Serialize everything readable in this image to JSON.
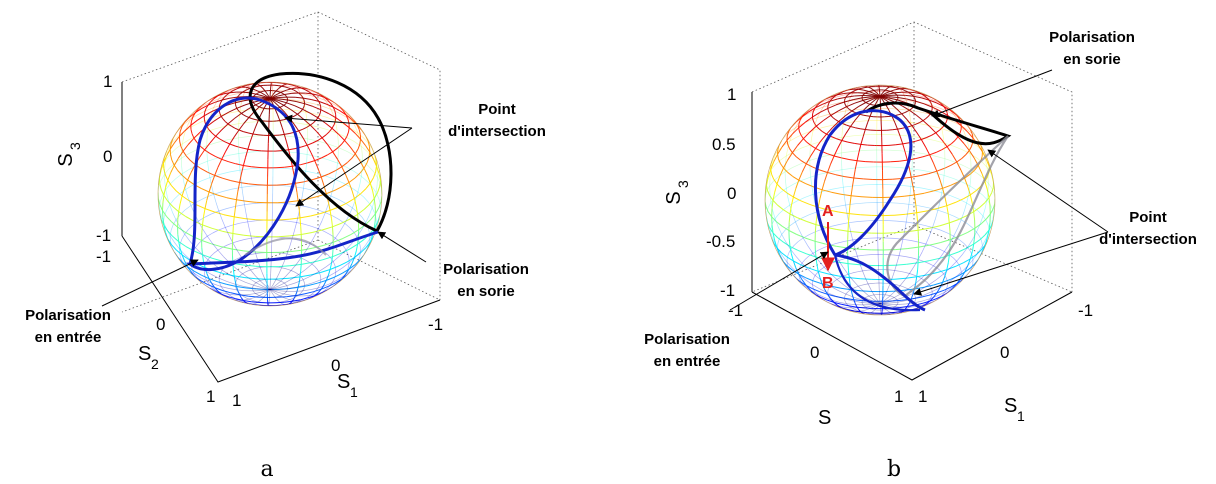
{
  "panels": [
    {
      "id": "a",
      "caption": "a",
      "axes": {
        "s3_label": "S",
        "s3_sub": "3",
        "s2_label": "S",
        "s2_sub": "2",
        "s1_label": "S",
        "s1_sub": "1",
        "s3_ticks": [
          "1",
          "0",
          "-1"
        ],
        "s2_ticks": [
          "-1",
          "0",
          "1"
        ],
        "s1_ticks": [
          "1",
          "0",
          "-1"
        ]
      },
      "annotations": {
        "intersection": [
          "Point",
          "d'intersection"
        ],
        "output": [
          "Polarisation",
          "en sorie"
        ],
        "input": [
          "Polarisation",
          "en entrée"
        ]
      }
    },
    {
      "id": "b",
      "caption": "b",
      "axes": {
        "s3_label": "S",
        "s3_sub": "3",
        "s2_label": "S",
        "s2_sub": "",
        "s1_label": "S",
        "s1_sub": "1",
        "s3_ticks": [
          "1",
          "0.5",
          "0",
          "-0.5",
          "-1"
        ],
        "s2_ticks": [
          "-1",
          "0",
          "1"
        ],
        "s1_ticks": [
          "1",
          "0",
          "-1"
        ]
      },
      "annotations": {
        "intersection": [
          "Point",
          "d'intersection"
        ],
        "output": [
          "Polarisation",
          "en sorie"
        ],
        "input": [
          "Polarisation",
          "en entrée"
        ],
        "point_a": "A",
        "point_b": "B"
      }
    }
  ],
  "colors": {
    "trajectory_input": "#1424c8",
    "trajectory_output": "#000000",
    "marker_red": "#e32020",
    "sphere_mesh": "jet colormap"
  }
}
